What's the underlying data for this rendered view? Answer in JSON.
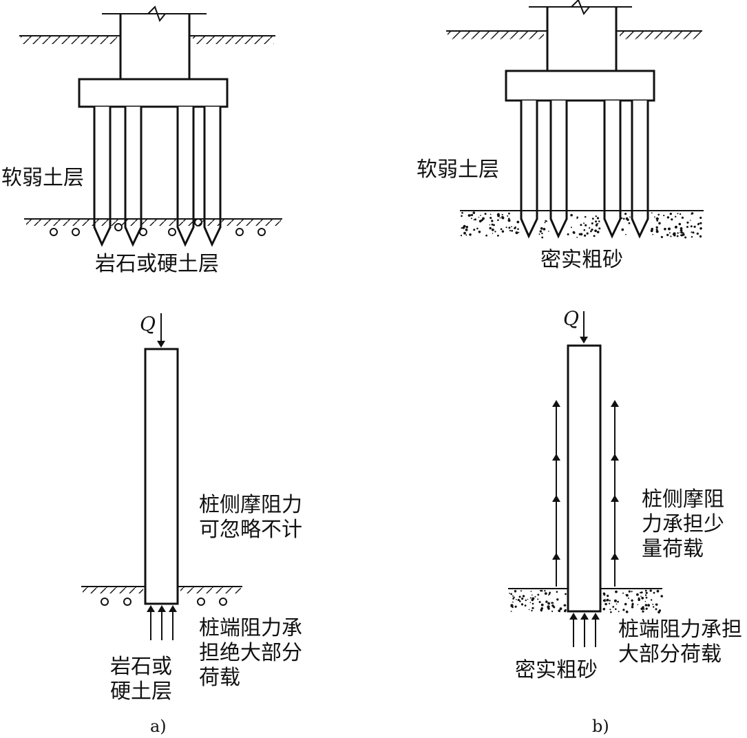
{
  "panel_a": {
    "caption": "a)",
    "top": {
      "soft_layer_label": "软弱土层",
      "bearing_layer_label": "岩石或硬土层"
    },
    "bottom": {
      "load_symbol": "Q",
      "side_friction_note": [
        "桩侧摩阻力",
        "可忽略不计"
      ],
      "end_resistance_note": [
        "桩端阻力承",
        "担绝大部分",
        "荷载"
      ],
      "bearing_layer_label": [
        "岩石或",
        "硬土层"
      ]
    }
  },
  "panel_b": {
    "caption": "b)",
    "top": {
      "soft_layer_label": "软弱土层",
      "bearing_layer_label": "密实粗砂"
    },
    "bottom": {
      "load_symbol": "Q",
      "side_friction_note": [
        "桩侧摩阻",
        "力承担少",
        "量荷载"
      ],
      "end_resistance_note": [
        "桩端阻力承担",
        "大部分荷载"
      ],
      "bearing_layer_label": "密实粗砂"
    }
  },
  "colors": {
    "line": "#111111",
    "background": "#ffffff"
  }
}
